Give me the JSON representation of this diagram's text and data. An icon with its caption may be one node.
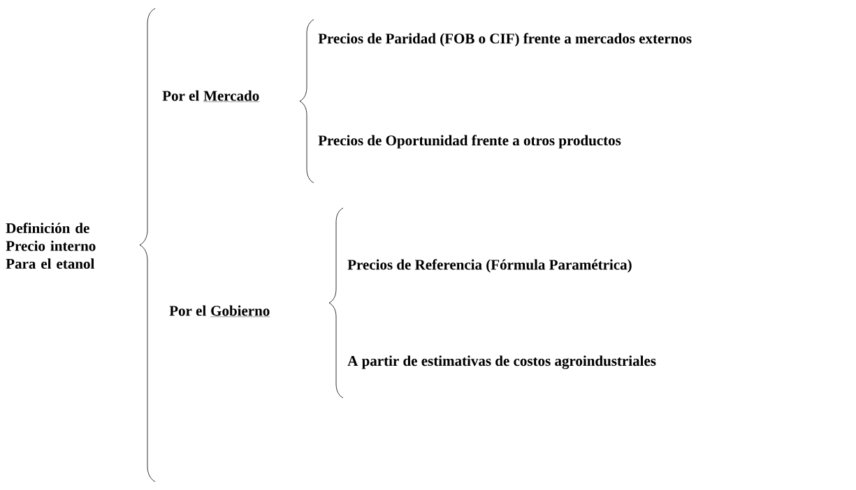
{
  "diagram": {
    "labels": [
      "Definición de Precio interno Para el etanol",
      "Por el",
      "Mercado",
      "Precios de Paridad (FOB o CIF) frente a mercados externos",
      "Precios de Oportunidad frente a otros productos",
      "Por el",
      "Gobierno",
      "Precios de Referencia (Fórmula Paramétrica)",
      "A partir de estimativas de costos agroindustriales"
    ]
  }
}
